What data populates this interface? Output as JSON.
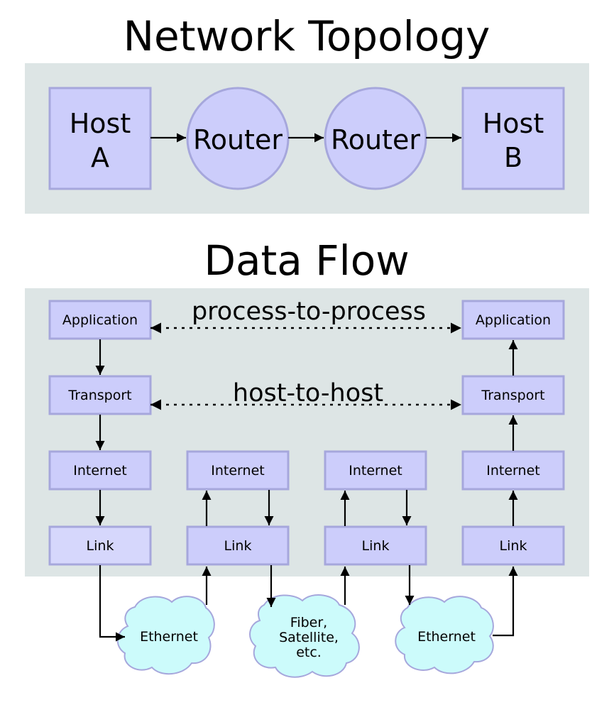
{
  "topology": {
    "title": "Network Topology",
    "host_a": [
      "Host",
      "A"
    ],
    "router_1": "Router",
    "router_2": "Router",
    "host_b": [
      "Host",
      "B"
    ]
  },
  "dataflow": {
    "title": "Data Flow",
    "process_label": "process-to-process",
    "host_label": "host-to-host",
    "left_stack": {
      "application": "Application",
      "transport": "Transport",
      "internet": "Internet",
      "link": "Link"
    },
    "router1_stack": {
      "internet": "Internet",
      "link": "Link"
    },
    "router2_stack": {
      "internet": "Internet",
      "link": "Link"
    },
    "right_stack": {
      "application": "Application",
      "transport": "Transport",
      "internet": "Internet",
      "link": "Link"
    },
    "cloud_left": [
      "Ethernet"
    ],
    "cloud_middle": [
      "Fiber,",
      "Satellite,",
      "etc."
    ],
    "cloud_right": [
      "Ethernet"
    ]
  },
  "colors": {
    "panel": "#dde5e5",
    "node_fill": "#cccdfb",
    "node_stroke": "#a6a7dc",
    "cloud_fill": "#ccfbfb"
  }
}
